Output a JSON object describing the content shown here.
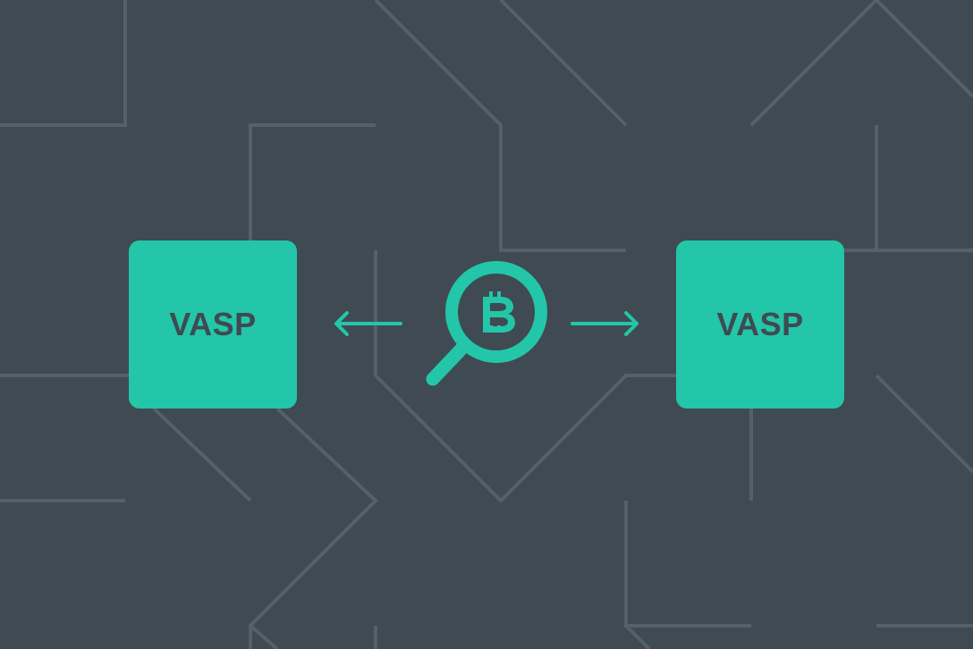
{
  "diagram": {
    "left_node": {
      "label": "VASP"
    },
    "right_node": {
      "label": "VASP"
    },
    "center_icon": "magnifier-bitcoin-icon",
    "arrows": [
      "arrow-left",
      "arrow-right"
    ]
  },
  "colors": {
    "background": "#3f4a52",
    "lines": "#556069",
    "accent": "#23c6a8",
    "label_text": "#3f4a52"
  }
}
